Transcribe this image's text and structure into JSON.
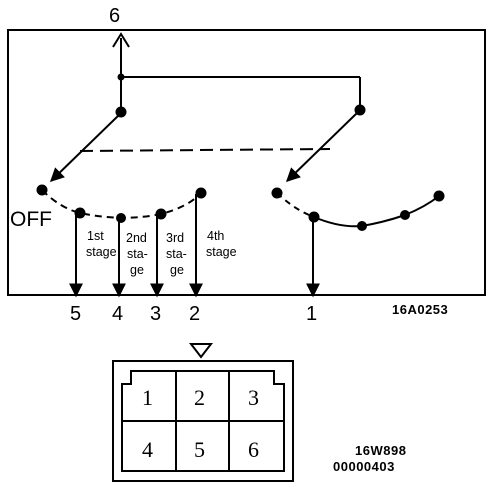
{
  "switch": {
    "terminal_top": "6",
    "off_label": "OFF",
    "bottom_terminals": [
      "5",
      "4",
      "3",
      "2",
      "1"
    ],
    "stages": [
      [
        "1st",
        "stage"
      ],
      [
        "2nd",
        "sta-",
        "ge"
      ],
      [
        "3rd",
        "sta-",
        "ge"
      ],
      [
        "4th",
        "stage"
      ]
    ],
    "figure_code": "16A0253"
  },
  "connector": {
    "pins": [
      [
        "1",
        "2",
        "3"
      ],
      [
        "4",
        "5",
        "6"
      ]
    ],
    "code_line1": "16W898",
    "code_line2": "00000403"
  }
}
